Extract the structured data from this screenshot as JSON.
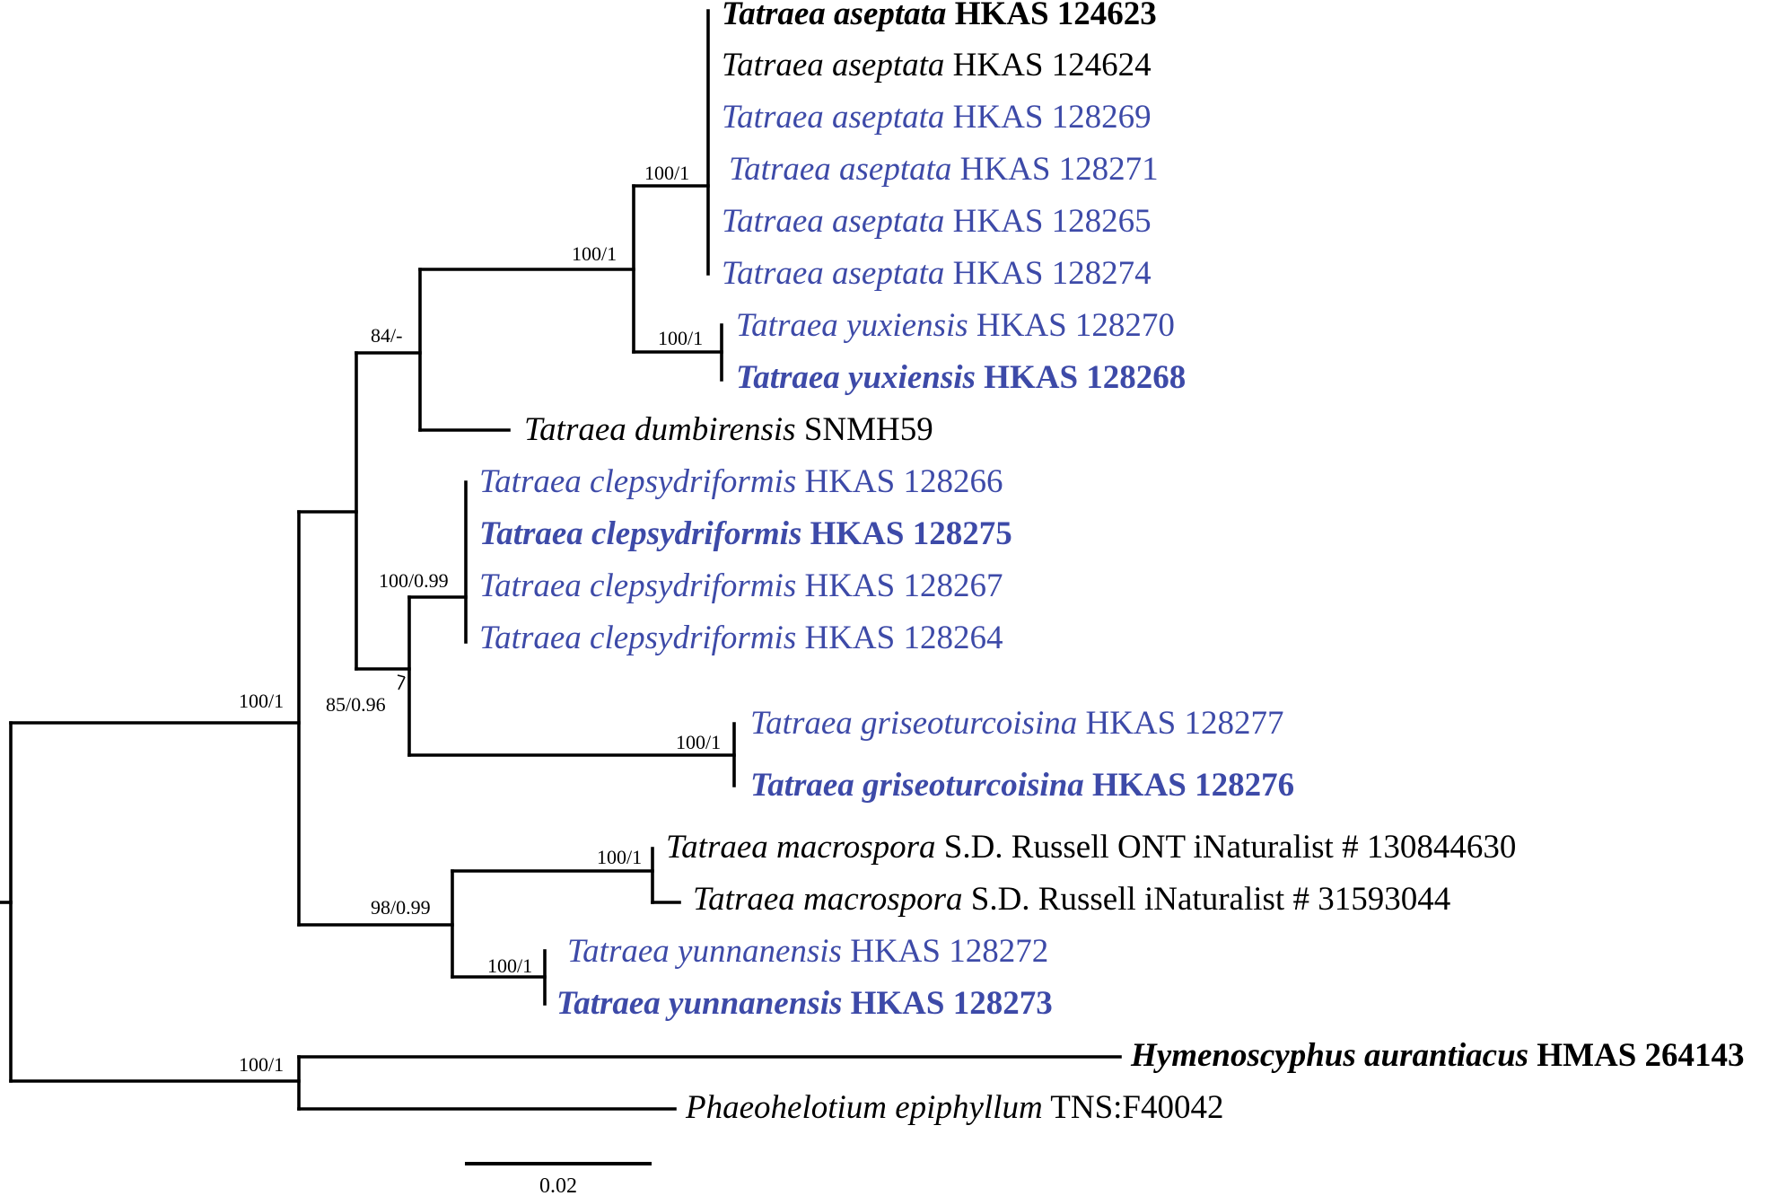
{
  "taxa": [
    {
      "genus": "Tatraea",
      "epithet": "aseptata",
      "voucher": "HKAS 124623",
      "bold": true,
      "color": "#000000"
    },
    {
      "genus": "Tatraea",
      "epithet": "aseptata",
      "voucher": "HKAS 124624",
      "bold": false,
      "color": "#000000"
    },
    {
      "genus": "Tatraea",
      "epithet": "aseptata",
      "voucher": "HKAS 128269",
      "bold": false,
      "color": "#3d4aa8"
    },
    {
      "genus": "Tatraea",
      "epithet": "aseptata",
      "voucher": "HKAS 128271",
      "bold": false,
      "color": "#3d4aa8"
    },
    {
      "genus": "Tatraea",
      "epithet": "aseptata",
      "voucher": "HKAS 128265",
      "bold": false,
      "color": "#3d4aa8"
    },
    {
      "genus": "Tatraea",
      "epithet": "aseptata",
      "voucher": "HKAS 128274",
      "bold": false,
      "color": "#3d4aa8"
    },
    {
      "genus": "Tatraea",
      "epithet": "yuxiensis",
      "voucher": "HKAS 128270",
      "bold": false,
      "color": "#3d4aa8"
    },
    {
      "genus": "Tatraea",
      "epithet": "yuxiensis",
      "voucher": "HKAS 128268",
      "bold": true,
      "color": "#3d4aa8"
    },
    {
      "genus": "Tatraea",
      "epithet": "dumbirensis",
      "voucher": "SNMH59",
      "bold": false,
      "color": "#000000"
    },
    {
      "genus": "Tatraea",
      "epithet": "clepsydriformis",
      "voucher": "HKAS 128266",
      "bold": false,
      "color": "#3d4aa8"
    },
    {
      "genus": "Tatraea",
      "epithet": "clepsydriformis",
      "voucher": "HKAS 128275",
      "bold": true,
      "color": "#3d4aa8"
    },
    {
      "genus": "Tatraea",
      "epithet": "clepsydriformis",
      "voucher": "HKAS 128267",
      "bold": false,
      "color": "#3d4aa8"
    },
    {
      "genus": "Tatraea",
      "epithet": "clepsydriformis",
      "voucher": "HKAS 128264",
      "bold": false,
      "color": "#3d4aa8"
    },
    {
      "genus": "Tatraea",
      "epithet": "griseoturcoisina",
      "voucher": "HKAS 128277",
      "bold": false,
      "color": "#3d4aa8"
    },
    {
      "genus": "Tatraea",
      "epithet": "griseoturcoisina",
      "voucher": "HKAS 128276",
      "bold": true,
      "color": "#3d4aa8"
    },
    {
      "genus": "Tatraea",
      "epithet": "macrospora",
      "voucher": "S.D. Russell ONT iNaturalist # 130844630",
      "bold": false,
      "color": "#000000"
    },
    {
      "genus": "Tatraea",
      "epithet": "macrospora",
      "voucher": "S.D. Russell iNaturalist # 31593044",
      "bold": false,
      "color": "#000000"
    },
    {
      "genus": "Tatraea",
      "epithet": "yunnanensis",
      "voucher": "HKAS 128272",
      "bold": false,
      "color": "#3d4aa8"
    },
    {
      "genus": "Tatraea",
      "epithet": "yunnanensis",
      "voucher": "HKAS 128273",
      "bold": true,
      "color": "#3d4aa8"
    },
    {
      "genus": "Hymenoscyphus",
      "epithet": "aurantiacus",
      "voucher": "HMAS 264143",
      "bold": true,
      "color": "#000000"
    },
    {
      "genus": "Phaeohelotium",
      "epithet": "epiphyllum",
      "voucher": "TNS:F40042",
      "bold": false,
      "color": "#000000"
    }
  ],
  "support_values": [
    "100/1",
    "100/1",
    "100/1",
    "84/-",
    "100/0.99",
    "85/0.96",
    "100/1",
    "100/1",
    "98/0.99",
    "100/1",
    "100/1",
    "100/1"
  ],
  "scale_bar": {
    "label": "0.02",
    "length": 0.02
  }
}
